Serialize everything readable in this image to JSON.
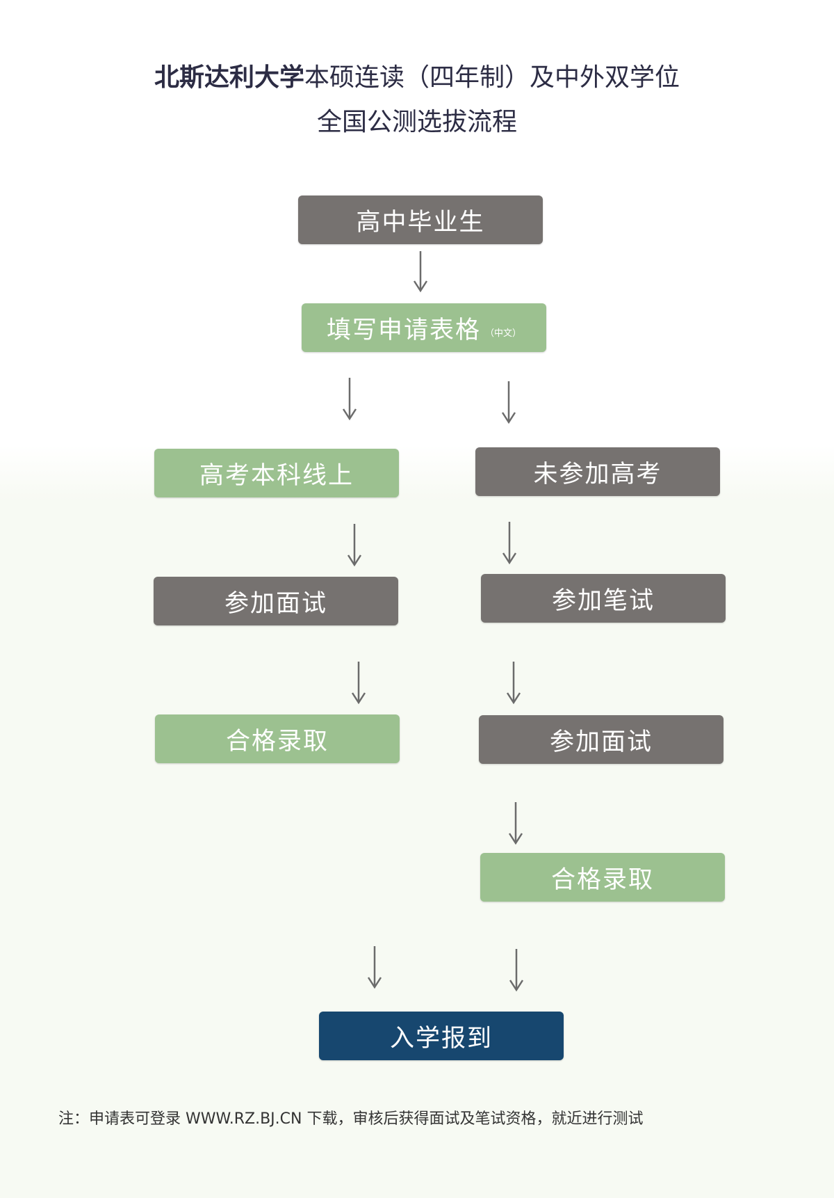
{
  "title": {
    "line1_bold": "北斯达利大学",
    "line1_rest": "本硕连读（四年制）及中外双学位",
    "line2": "全国公测选拔流程"
  },
  "nodes": {
    "start": "高中毕业生",
    "apply": "填写申请表格",
    "apply_note": "（中文）",
    "left_1": "高考本科线上",
    "right_1": "未参加高考",
    "left_2": "参加面试",
    "right_2": "参加笔试",
    "left_3": "合格录取",
    "right_3": "参加面试",
    "right_4": "合格录取",
    "end": "入学报到"
  },
  "colors": {
    "gray": "#767270",
    "green": "#9cc190",
    "blue": "#17476f",
    "arrow": "#6b6b6b"
  },
  "note": "注：申请表可登录 WWW.RZ.BJ.CN 下载，审核后获得面试及笔试资格，就近进行测试"
}
